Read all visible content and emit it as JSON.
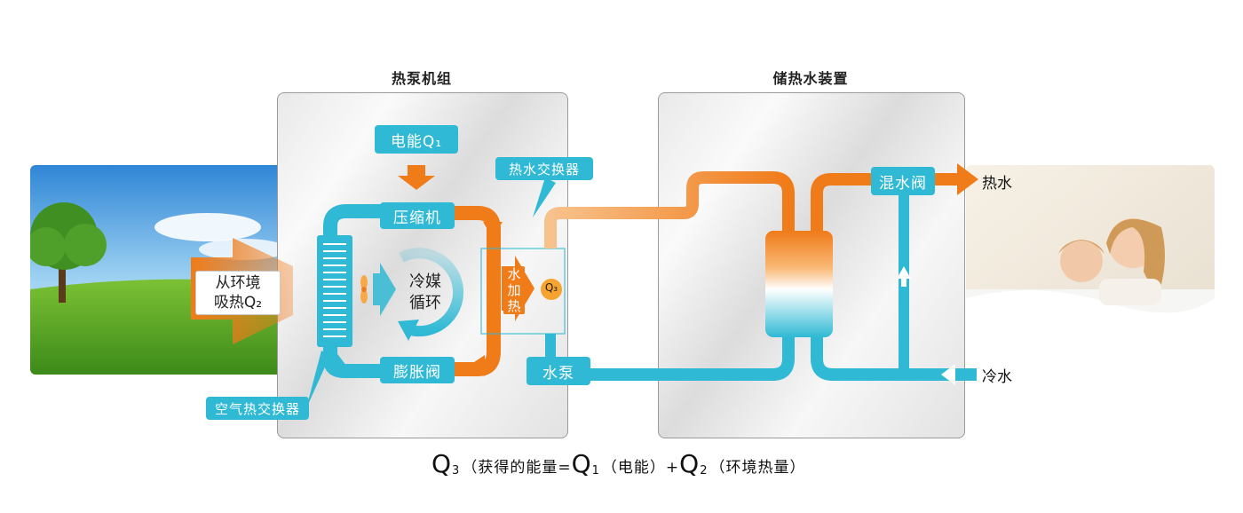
{
  "titles": {
    "heat_pump_unit": "热泵机组",
    "storage_unit": "储热水装置"
  },
  "heat_pump": {
    "electric_energy": "电能Q₁",
    "compressor": "压缩机",
    "expansion_valve": "膨胀阀",
    "refrigerant_cycle_line1": "冷媒",
    "refrigerant_cycle_line2": "循环",
    "hot_water_exchanger": "热水交换器",
    "air_heat_exchanger": "空气热交换器",
    "water_heating": "水加热",
    "q3_marker": "Q₃",
    "env_heat_line1": "从环境",
    "env_heat_line2": "吸热Q₂"
  },
  "storage": {
    "water_pump": "水泵",
    "mixing_valve": "混水阀",
    "hot_water": "热水",
    "cold_water": "冷水"
  },
  "formula": {
    "q3": "Q",
    "q3_sub": "3",
    "q3_desc": "（获得的能量=",
    "q1": "Q",
    "q1_sub": "1",
    "q1_desc": "（电能）+",
    "q2": "Q",
    "q2_sub": "2",
    "q2_desc": "（环境热量）"
  },
  "colors": {
    "cyan": "#2fb9d4",
    "orange": "#f07b19",
    "panel_border": "#9a9a9a"
  }
}
